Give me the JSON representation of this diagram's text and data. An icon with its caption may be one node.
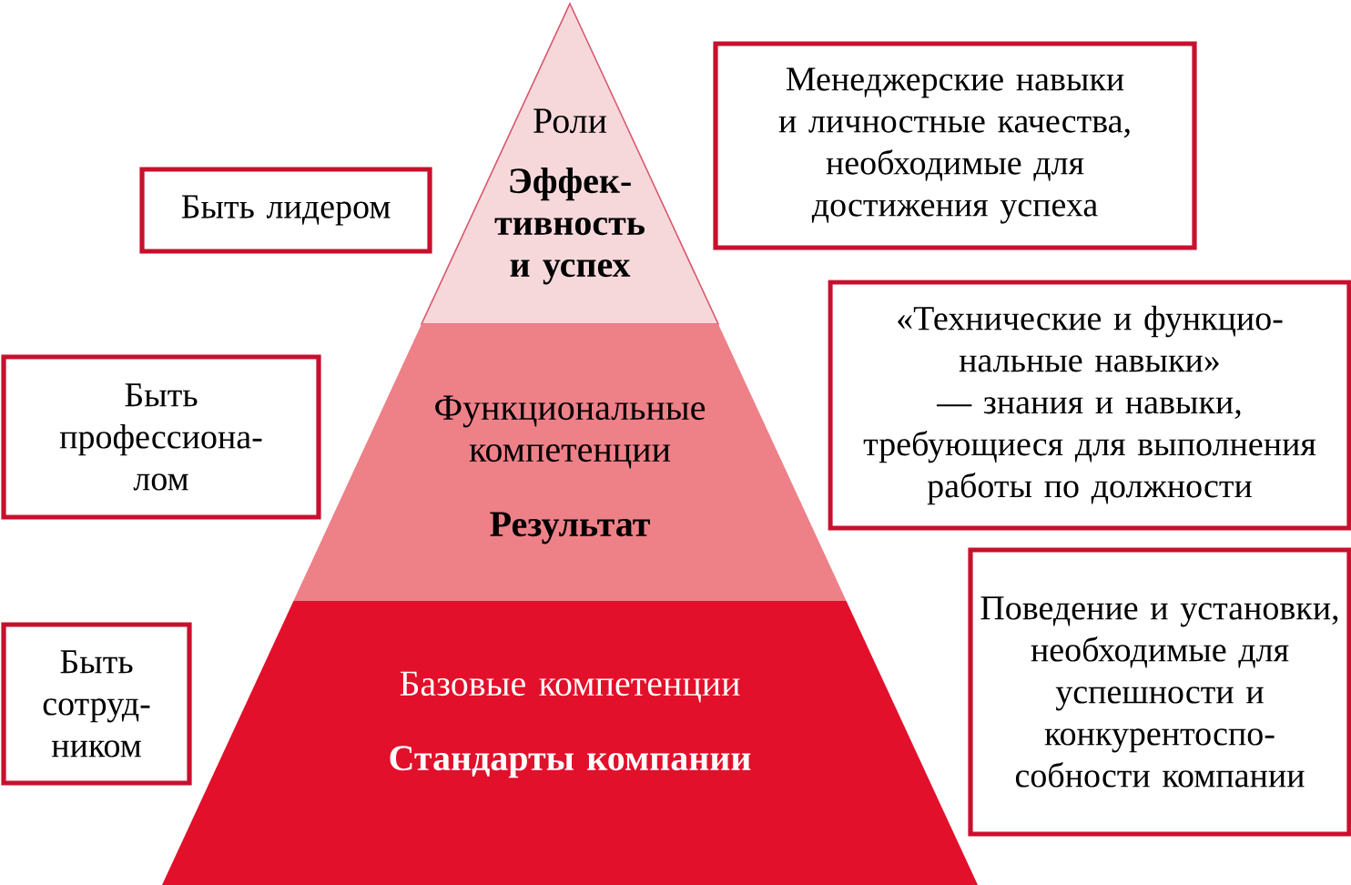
{
  "diagram": {
    "nodes": [
      {
        "text": [
          "Роли",
          "Эффек- тивность и успех"
        ]
      },
      {
        "text": [
          "Функциональные компетенции",
          "Результат"
        ]
      },
      {
        "text": [
          "Базовые компетенции",
          "Стандарты компании"
        ]
      },
      {
        "text": [
          "Быть лидером"
        ]
      },
      {
        "text": [
          "Быть профессиона- лом"
        ]
      },
      {
        "text": [
          "Быть сотруд- ником"
        ]
      },
      {
        "text": [
          "Менеджерские навыки и личностные качества, необходимые для достижения успеха"
        ]
      },
      {
        "text": [
          "«Технические и функцио- нальные навыки» — знания и навыки, требующиеся для выполнения работы по должности"
        ]
      },
      {
        "text": [
          "Поведение и установки, необходимые для успешности и конкурентоспо- собности компании"
        ]
      }
    ]
  }
}
